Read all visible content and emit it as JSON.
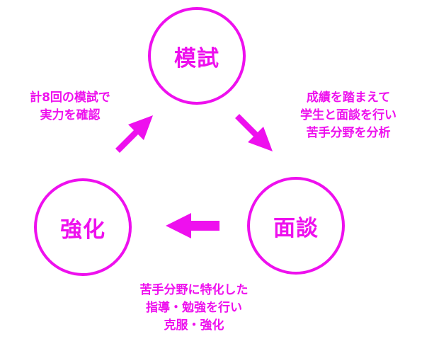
{
  "colors": {
    "accent": "#ee10ee",
    "background": "#ffffff"
  },
  "nodes": {
    "mogi": {
      "label": "模試"
    },
    "mendan": {
      "label": "面談"
    },
    "kyoka": {
      "label": "強化"
    }
  },
  "captions": {
    "mogi_to_mendan": [
      "成績を踏まえて",
      "学生と面談を行い",
      "苦手分野を分析"
    ],
    "mendan_to_kyoka": [
      "苦手分野に特化した",
      "指導・勉強を行い",
      "克服・強化"
    ],
    "kyoka_to_mogi": [
      "計8回の模試で",
      "実力を確認"
    ]
  }
}
